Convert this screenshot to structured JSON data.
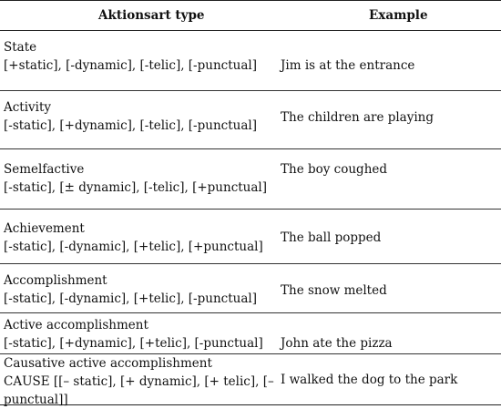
{
  "header": {
    "col1": "Aktionsart type",
    "col2": "Example"
  },
  "rows": [
    {
      "name": "State",
      "features": "[+static], [-dynamic], [-telic], [-punctual]",
      "example": "Jim is at the entrance"
    },
    {
      "name": "Activity",
      "features": "[-static], [+dynamic], [-telic], [-punctual]",
      "example": "The children are playing"
    },
    {
      "name": "Semelfactive",
      "features": "[-static], [± dynamic], [-telic], [+punctual]",
      "example": "The boy coughed"
    },
    {
      "name": "Achievement",
      "features": "[-static], [-dynamic], [+telic], [+punctual]",
      "example": "The ball popped"
    },
    {
      "name": "Accomplishment",
      "features": "[-static], [-dynamic], [+telic], [-punctual]",
      "example": "The snow melted"
    },
    {
      "name": "Active accomplishment",
      "features": "[-static], [+dynamic], [+telic], [-punctual]",
      "example": "John ate the pizza"
    },
    {
      "name": "Causative active accomplishment",
      "features": "CAUSE [[– static], [+ dynamic], [+ telic], [–",
      "features2": "punctual]]",
      "example": "I walked the dog to the park"
    }
  ]
}
